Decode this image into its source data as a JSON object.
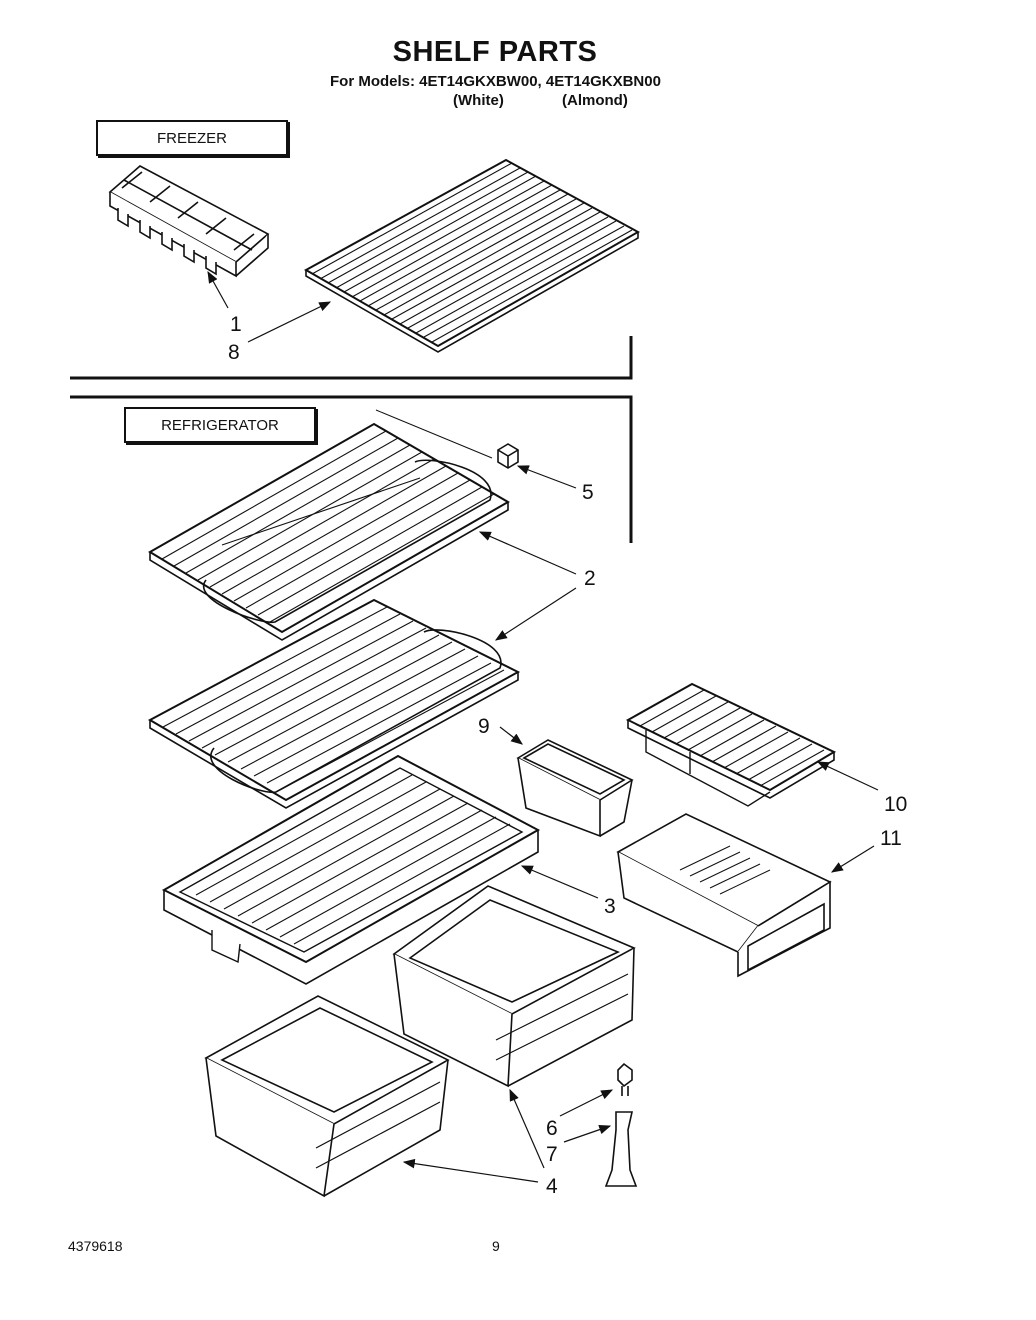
{
  "header": {
    "title": "SHELF PARTS",
    "models_line": "For Models: 4ET14GKXBW00, 4ET14GKXBN00",
    "variant_white": "(White)",
    "variant_almond": "(Almond)"
  },
  "sections": {
    "freezer": "FREEZER",
    "refrigerator": "REFRIGERATOR"
  },
  "callouts": {
    "c1": "1",
    "c2": "2",
    "c3": "3",
    "c4": "4",
    "c5": "5",
    "c6": "6",
    "c7": "7",
    "c8": "8",
    "c9": "9",
    "c10": "10",
    "c11": "11"
  },
  "footer": {
    "doc_number": "4379618",
    "page_number": "9"
  }
}
